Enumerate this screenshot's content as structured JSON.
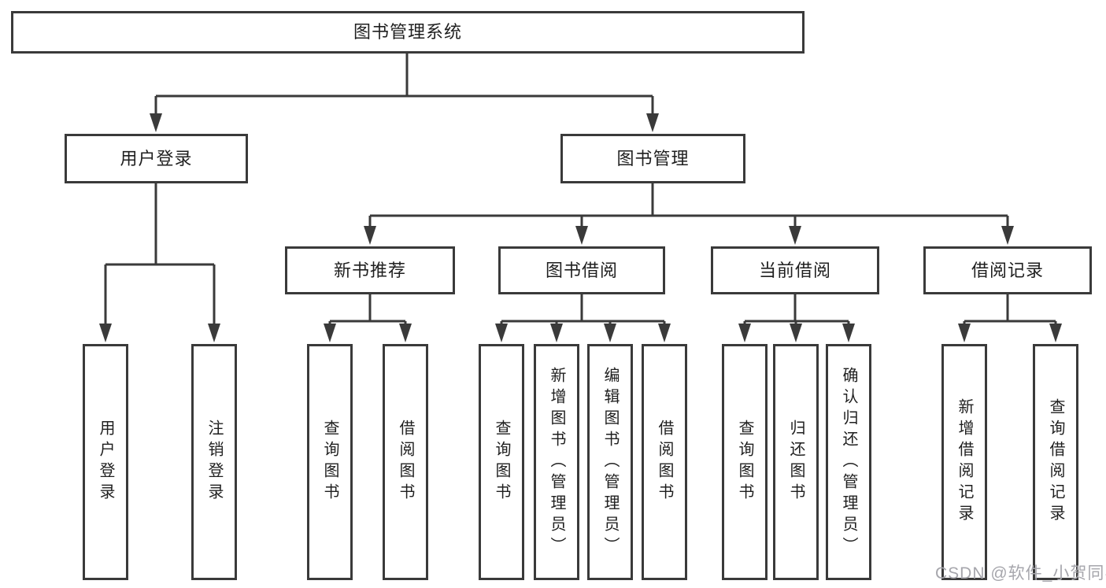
{
  "tree": {
    "root": {
      "label": "图书管理系统"
    },
    "user_login": {
      "label": "用户登录",
      "children": [
        {
          "label": "用户登录"
        },
        {
          "label": "注销登录"
        }
      ]
    },
    "book_management": {
      "label": "图书管理",
      "groups": [
        {
          "label": "新书推荐",
          "children": [
            {
              "label": "查询图书"
            },
            {
              "label": "借阅图书"
            }
          ]
        },
        {
          "label": "图书借阅",
          "children": [
            {
              "label": "查询图书"
            },
            {
              "label": "新增图书（管理员）"
            },
            {
              "label": "编辑图书（管理员）"
            },
            {
              "label": "借阅图书"
            }
          ]
        },
        {
          "label": "当前借阅",
          "children": [
            {
              "label": "查询图书"
            },
            {
              "label": "归还图书"
            },
            {
              "label": "确认归还（管理员）"
            }
          ]
        },
        {
          "label": "借阅记录",
          "children": [
            {
              "label": "新增借阅记录"
            },
            {
              "label": "查询借阅记录"
            }
          ]
        }
      ]
    }
  },
  "watermark": {
    "text": "CSDN @软件_小贺同学"
  },
  "colors": {
    "line": "#3a3a3a",
    "text": "#1f1f1f",
    "background": "#ffffff",
    "watermark": "#a6a6ac"
  }
}
